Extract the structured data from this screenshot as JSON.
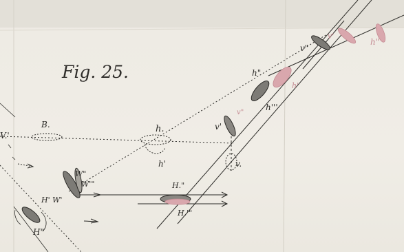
{
  "figure": {
    "title": "Fig. 25.",
    "labels": {
      "B": "B.",
      "V_left": "V.'",
      "h": "h.",
      "h_prime": "h'",
      "h_dprime": "h\"",
      "h_tprime": "h'''",
      "v_prime": "v'",
      "v": "v.",
      "v_dprime": "v\"",
      "W_dprime": "W\"",
      "W_tprime": "W'\"",
      "H_prime_W_prime": "H' W'",
      "H_dprime_left": "H\"",
      "H_dprime_center": "H.\"",
      "H_tprime": "H.'\"",
      "red_h_prime": "h'",
      "red_h_dprime": "h\"",
      "red_v_prime": "v'",
      "red_v_dprime": "v\""
    },
    "colors": {
      "ink": "#2b2a27",
      "red_ink": "#c48a92",
      "paper": "#f0ede6",
      "wing_fill": "#7d7b76"
    }
  }
}
